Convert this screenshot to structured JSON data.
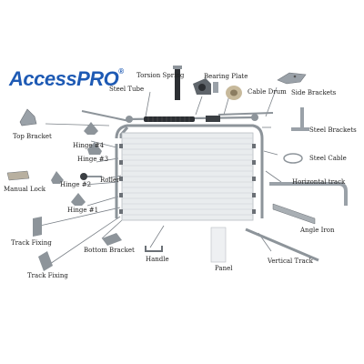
{
  "brand": {
    "part1": "Access",
    "part2": "PRO",
    "mark": "®",
    "color": "#1e5ab4"
  },
  "labels": {
    "torsion_spring": "Torsion Spring",
    "bearing_plate": "Bearing Plate",
    "steel_tube": "Steel Tube",
    "cable_drum": "Cable Drum",
    "side_brackets": "Side Brackets",
    "top_bracket": "Top Bracket",
    "hinge4": "Hinge #4",
    "hinge3": "Hinge #3",
    "steel_brackets": "Steel Brackets",
    "steel_cable": "Steel Cable",
    "roller": "Roller",
    "horizontal_track": "Horizontal track",
    "manual_lock": "Manual Lock",
    "hinge2": "Hinge #2",
    "hinge1": "Hinge #1",
    "angle_iron": "Angle Iron",
    "track_fixing_1": "Track Fixing",
    "bottom_bracket": "Bottom Bracket",
    "handle": "Handle",
    "vertical_track": "Vertical Track",
    "panel": "Panel",
    "track_fixing_2": "Track Fixing"
  },
  "colors": {
    "panel": "#e9ecee",
    "panel_line": "#c9ced2",
    "metal": "#8d949a",
    "dark_metal": "#3b3f43",
    "leader": "#7a8087",
    "bracket": "#9aa1a8"
  }
}
